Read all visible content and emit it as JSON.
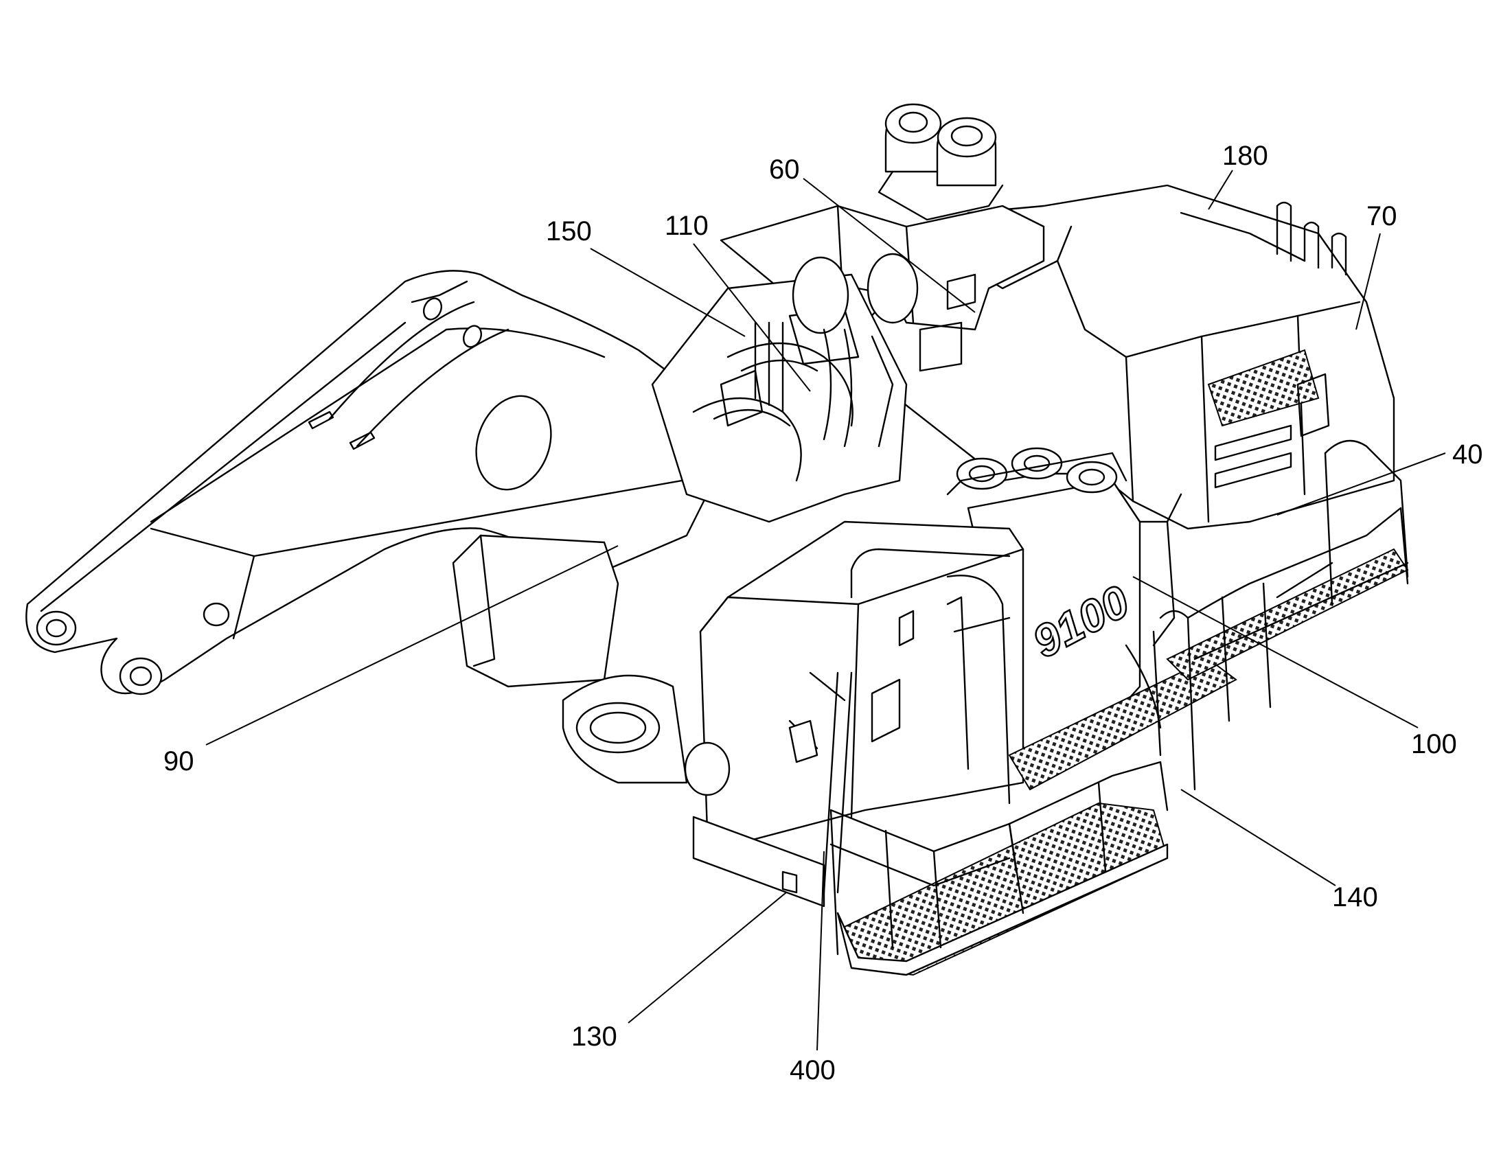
{
  "figure": {
    "emblem_text": "9100",
    "reference_numerals": [
      {
        "id": "60",
        "label": "60"
      },
      {
        "id": "180",
        "label": "180"
      },
      {
        "id": "150",
        "label": "150"
      },
      {
        "id": "110",
        "label": "110"
      },
      {
        "id": "70",
        "label": "70"
      },
      {
        "id": "40",
        "label": "40"
      },
      {
        "id": "100",
        "label": "100"
      },
      {
        "id": "90",
        "label": "90"
      },
      {
        "id": "140",
        "label": "140"
      },
      {
        "id": "130",
        "label": "130"
      },
      {
        "id": "400",
        "label": "400"
      }
    ]
  }
}
